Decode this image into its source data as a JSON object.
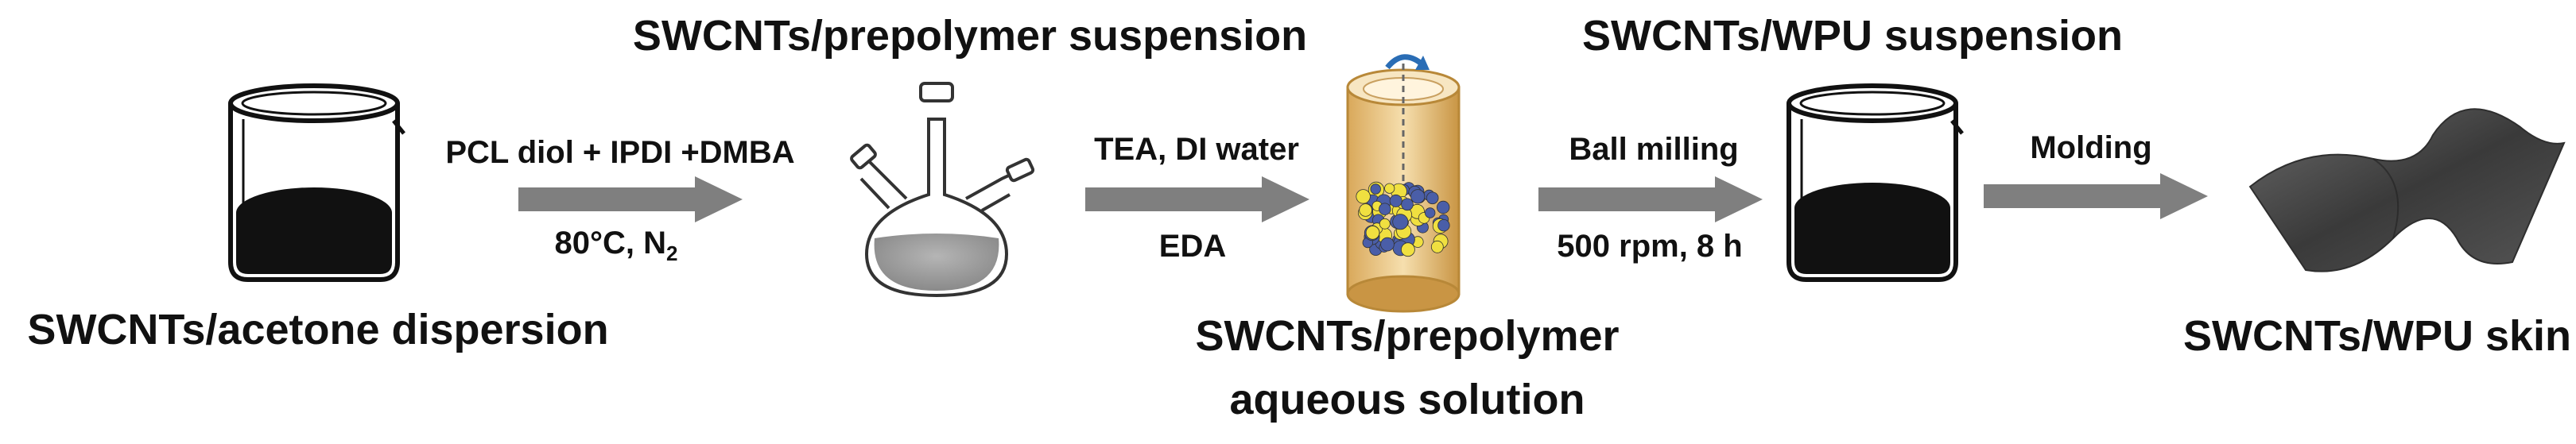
{
  "diagram": {
    "stages": {
      "acetone_dispersion": "SWCNTs/acetone dispersion",
      "prepolymer_suspension": "SWCNTs/prepolymer suspension",
      "prepolymer_aqueous_line1": "SWCNTs/prepolymer",
      "prepolymer_aqueous_line2": "aqueous solution",
      "wpu_suspension": "SWCNTs/WPU suspension",
      "wpu_skin": "SWCNTs/WPU skin"
    },
    "steps": [
      {
        "above": "PCL diol + IPDI +DMBA",
        "below_main": "80°C, N",
        "below_sub": "2"
      },
      {
        "above": "TEA, DI water",
        "below": "EDA"
      },
      {
        "above": "Ball milling",
        "below": "500 rpm, 8 h"
      },
      {
        "above": "Molding"
      }
    ],
    "colors": {
      "arrow": "#7f7f7f",
      "liquid_dark": "#1a1a1a",
      "flask_liquid": "#9a9a9a",
      "jar_wall": "#e8c890",
      "particle_yellow": "#f0e040",
      "particle_blue": "#4a5ea8",
      "skin": "#4a4a4a",
      "stir_icon": "#2a6db5"
    }
  }
}
